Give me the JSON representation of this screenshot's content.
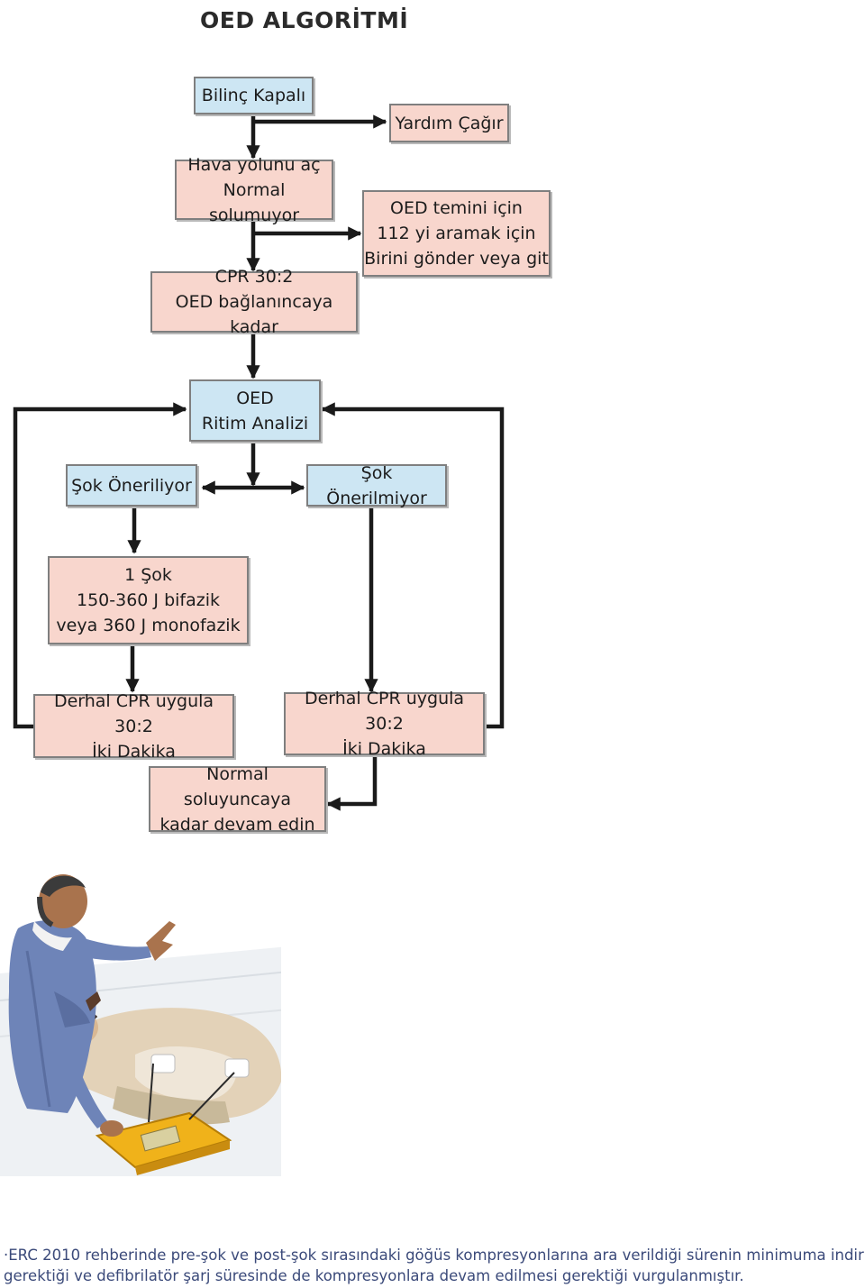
{
  "title": "OED ALGORİTMİ",
  "boxes": {
    "bilinc": "Bilinç Kapalı",
    "yardim": "Yardım Çağır",
    "hava_1": "Hava yolunu aç",
    "hava_2": "Normal solumuyor",
    "oed_temin_1": "OED temini için",
    "oed_temin_2": "112 yi aramak için",
    "oed_temin_3": "Birini gönder veya git",
    "cpr_1": "CPR 30:2",
    "cpr_2": "OED bağlanıncaya kadar",
    "ritim_1": "OED",
    "ritim_2": "Ritim Analizi",
    "sok_oneriliyor": "Şok Öneriliyor",
    "sok_onerilmiyor": "Şok Önerilmiyor",
    "sok_1": "1 Şok",
    "sok_2": "150-360 J bifazik",
    "sok_3": "veya 360 J monofazik",
    "derhal_left_1": "Derhal CPR uygula 30:2",
    "derhal_left_2": "İki Dakika",
    "derhal_right_1": "Derhal CPR uygula 30:2",
    "derhal_right_2": "İki Dakika",
    "normal_1": "Normal soluyuncaya",
    "normal_2": "kadar devam edin"
  },
  "colors": {
    "blue_box": "#cde6f3",
    "pink_box": "#f8d6cd",
    "arrow": "#1a1a1a"
  },
  "footnote": {
    "line1": "·ERC 2010 rehberinde pre-şok ve post-şok sırasındaki göğüs kompresyonlarına ara verildiği sürenin minimuma indirilmesi",
    "line2": "gerektiği ve defibrilatör şarj süresinde de kompresyonlara devam edilmesi gerektiği vurgulanmıştır."
  }
}
